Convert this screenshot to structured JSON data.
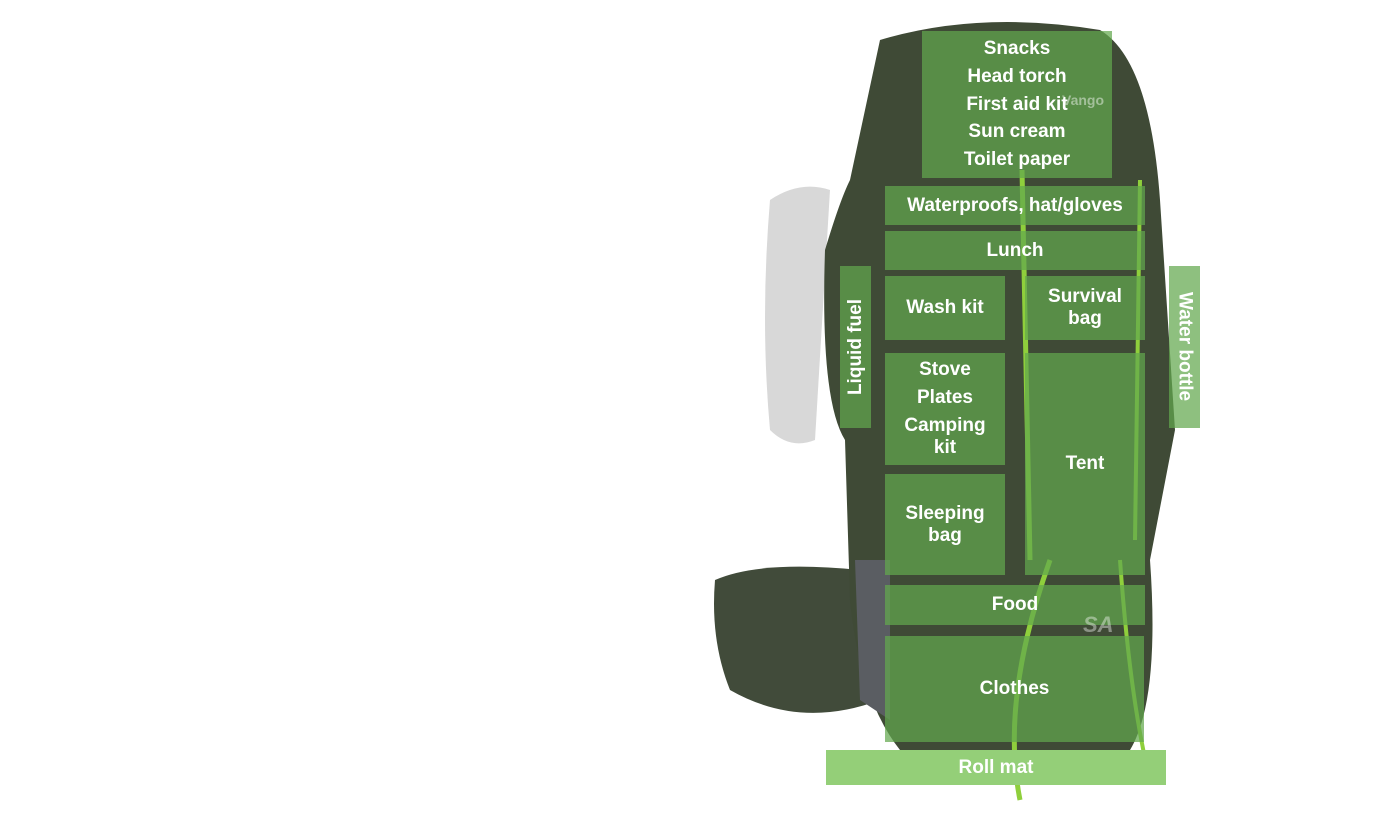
{
  "diagram": {
    "subject": "backpack-packing-guide",
    "colors": {
      "overlay": "#62a84e",
      "rollmat": "#94cf78",
      "pack": "#3f4a36"
    },
    "compartments": {
      "lid": [
        "Snacks",
        "Head torch",
        "First aid kit",
        "Sun cream",
        "Toilet paper"
      ],
      "waterproofs": "Waterproofs, hat/gloves",
      "lunch": "Lunch",
      "wash_kit": "Wash kit",
      "survival_bag": [
        "Survival",
        "bag"
      ],
      "liquid_fuel": "Liquid fuel",
      "water_bottle": "Water bottle",
      "stove": [
        "Stove",
        "Plates",
        "Camping",
        "kit"
      ],
      "tent": "Tent",
      "sleeping_bag": [
        "Sleeping",
        "bag"
      ],
      "food": "Food",
      "clothes": "Clothes",
      "roll_mat": "Roll mat"
    },
    "brand_marks": [
      "Vango",
      "SA"
    ]
  }
}
